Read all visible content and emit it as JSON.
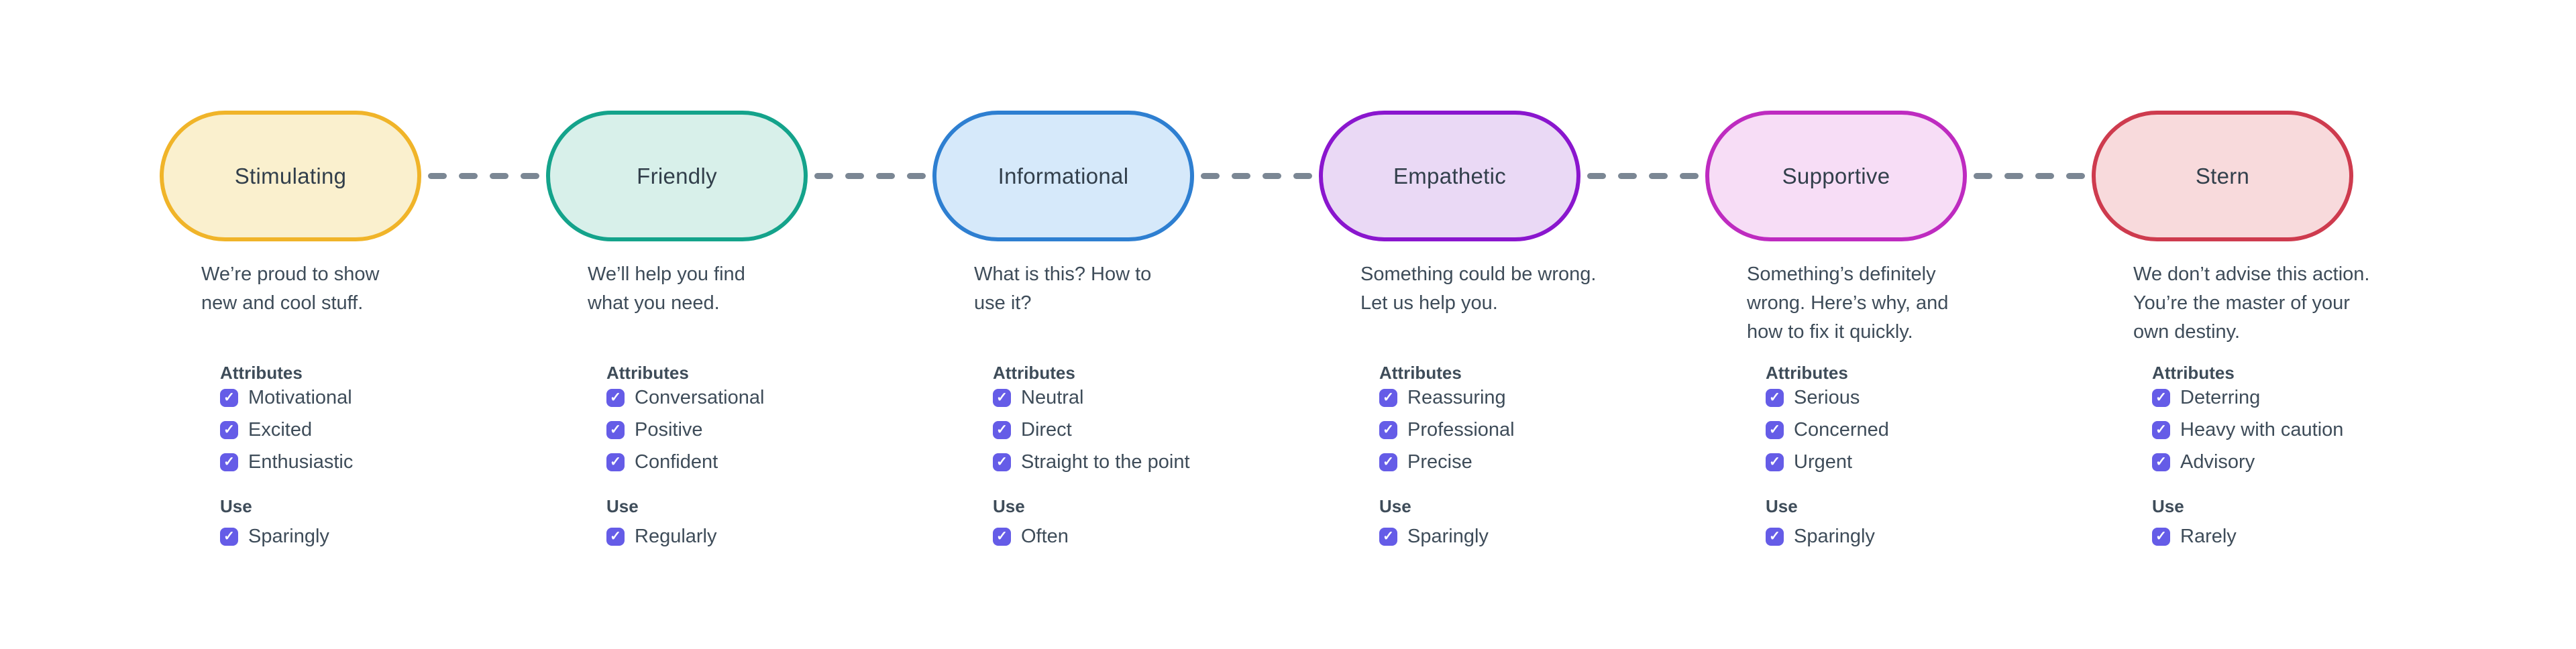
{
  "diagram": {
    "background": "#FFFFFF",
    "text_color": "#3E4C59",
    "pill_label_color": "#323F4B",
    "connector": {
      "color": "#7B8794",
      "dash_count": 4
    },
    "checkbox": {
      "color": "#655CE7",
      "check": "✓",
      "checked": true
    },
    "labels": {
      "attributes_heading": "Attributes",
      "use_heading": "Use"
    },
    "tones": [
      {
        "name": "Stimulating",
        "border_color": "#F0B429",
        "fill_color": "#FAF0CE",
        "description": "We’re proud to show\nnew and cool stuff.",
        "attributes": [
          "Motivational",
          "Excited",
          "Enthusiastic"
        ],
        "use": "Sparingly"
      },
      {
        "name": "Friendly",
        "border_color": "#14A38B",
        "fill_color": "#D8F0EA",
        "description": "We’ll help you find\nwhat you need.",
        "attributes": [
          "Conversational",
          "Positive",
          "Confident"
        ],
        "use": "Regularly"
      },
      {
        "name": "Informational",
        "border_color": "#2E7FD1",
        "fill_color": "#D6E9FA",
        "description": "What is this? How to\nuse it?",
        "attributes": [
          "Neutral",
          "Direct",
          "Straight to the point"
        ],
        "use": "Often"
      },
      {
        "name": "Empathetic",
        "border_color": "#8A16CE",
        "fill_color": "#EAD9F5",
        "description": "Something could be wrong.\nLet us help you.",
        "attributes": [
          "Reassuring",
          "Professional",
          "Precise"
        ],
        "use": "Sparingly"
      },
      {
        "name": "Supportive",
        "border_color": "#BE2BC0",
        "fill_color": "#F7DDF6",
        "description": "Something’s definitely\nwrong. Here’s why, and\nhow to fix it quickly.",
        "attributes": [
          "Serious",
          "Concerned",
          "Urgent"
        ],
        "use": "Sparingly"
      },
      {
        "name": "Stern",
        "border_color": "#CE3B4E",
        "fill_color": "#F8DADC",
        "description": "We don’t advise this action.\nYou’re the master of your\nown destiny.",
        "attributes": [
          "Deterring",
          "Heavy with caution",
          "Advisory"
        ],
        "use": "Rarely"
      }
    ]
  }
}
